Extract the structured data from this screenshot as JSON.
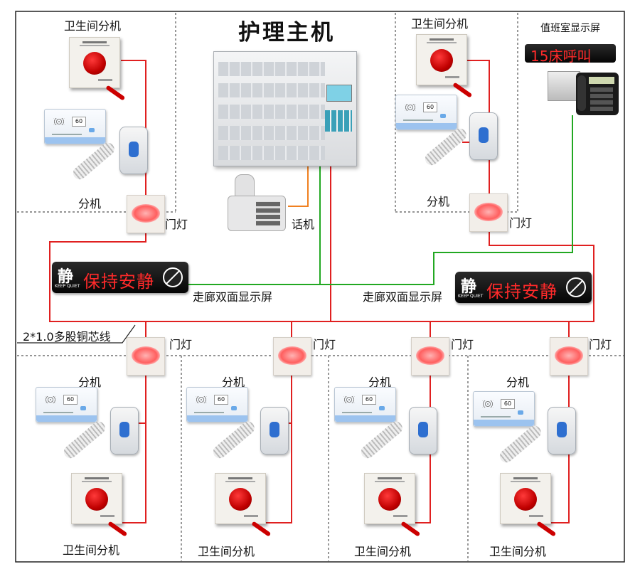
{
  "title": "护理主机",
  "labels": {
    "bathroom_unit": "卫生间分机",
    "bed_unit": "分机",
    "door_light": "门灯",
    "phone": "话机",
    "corridor_display": "走廊双面显示屏",
    "duty_display": "值班室显示屏",
    "cable": "2*1.0多股铜芯线"
  },
  "displays": {
    "corridor_quiet": "静",
    "corridor_keep_quiet": "KEEP QUIET",
    "corridor_message": "保持安静",
    "duty_message": "15床呼叫"
  },
  "unit_lcd": "60",
  "colors": {
    "bus_wire": "#e02020",
    "host_wire": "#22a822",
    "phone_wire": "#f08020",
    "led_text": "#ff2a2a"
  },
  "icons": [
    "emergency-push-button-icon",
    "bedside-unit-icon",
    "door-light-icon",
    "telephone-icon",
    "no-smoking-icon"
  ]
}
